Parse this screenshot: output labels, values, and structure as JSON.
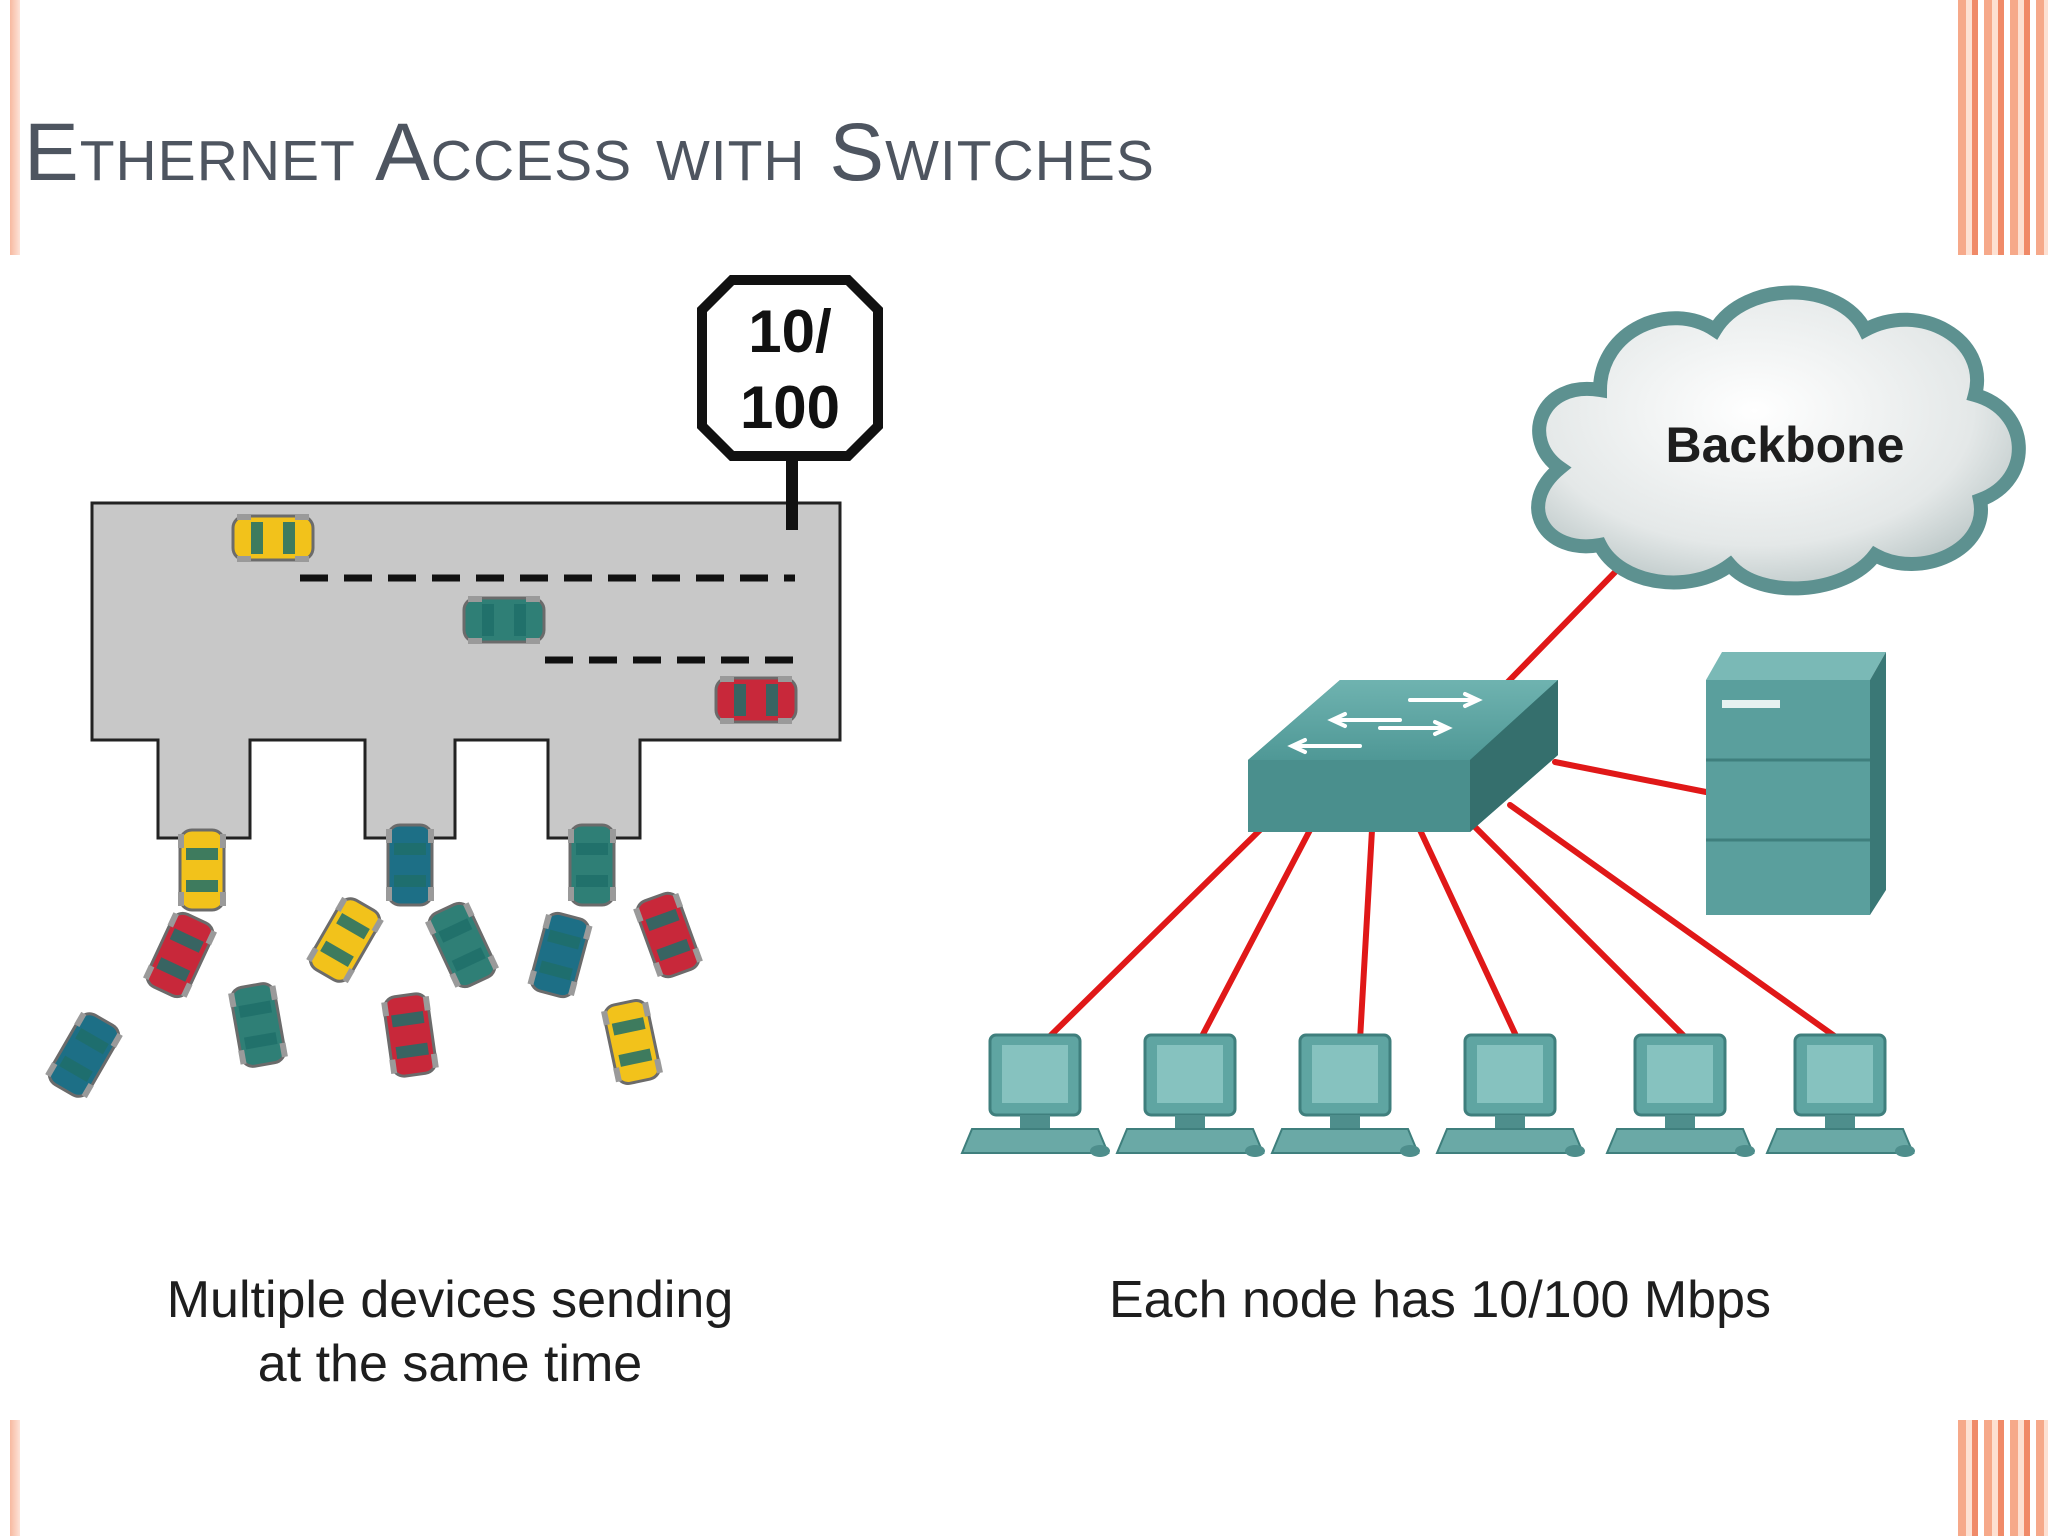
{
  "slide": {
    "title": "Ethernet Access with Switches",
    "accent_color": "#f0a080",
    "title_color": "#4e5560"
  },
  "left_panel": {
    "speed_sign": {
      "line1": "10/",
      "line2": "100"
    },
    "caption_line1": "Multiple devices sending",
    "caption_line2": "at the same time",
    "car_colors": [
      "#f2c21b",
      "#c8283a",
      "#2f7f76",
      "#1d6f86"
    ]
  },
  "right_panel": {
    "cloud_label": "Backbone",
    "caption": "Each node has 10/100 Mbps",
    "link_color": "#e01818",
    "device_color": "#4f9b9a",
    "node_count": 6
  }
}
